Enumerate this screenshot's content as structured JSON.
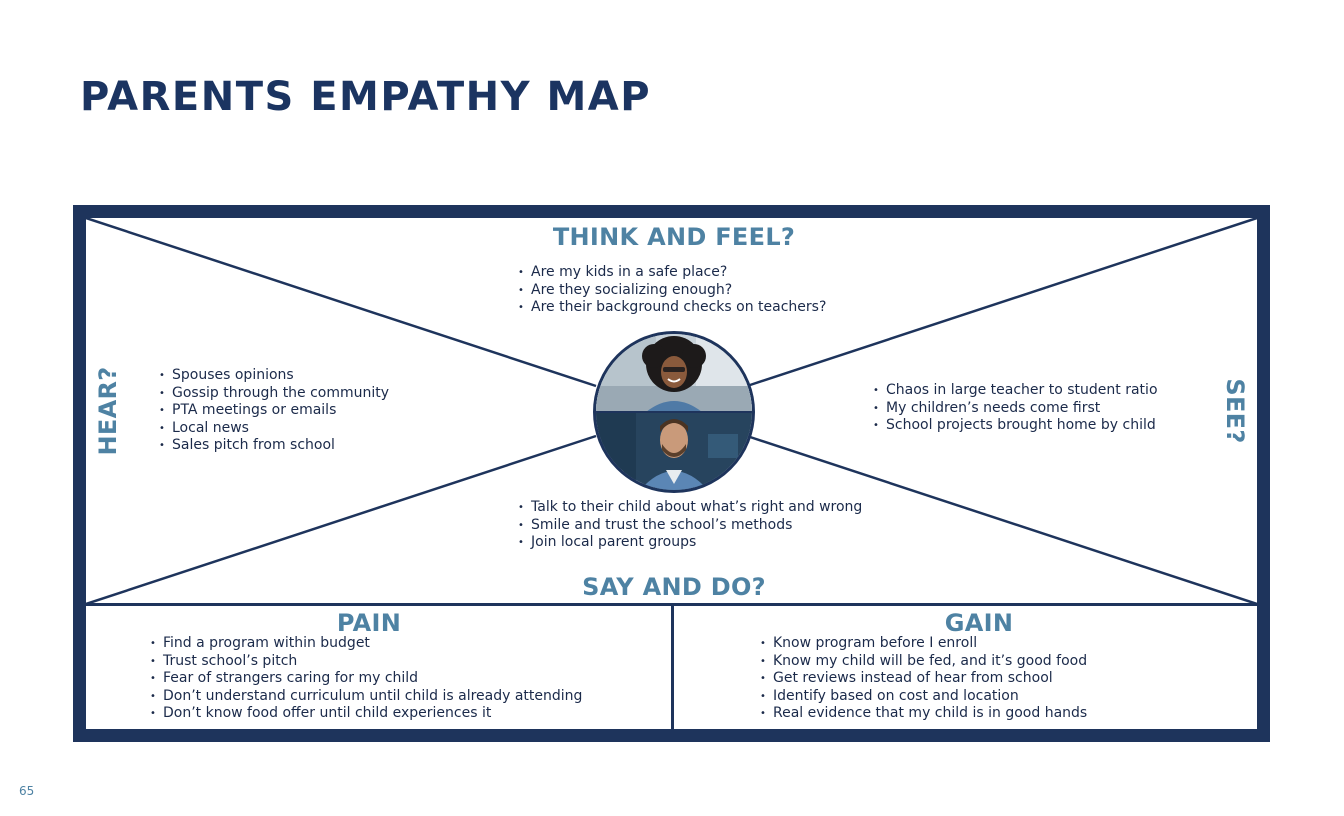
{
  "title": "PARENTS EMPATHY MAP",
  "page_number": "65",
  "colors": {
    "navy": "#1e345c",
    "title": "#1b3461",
    "heading": "#4e82a3",
    "text": "#1b2a4a"
  },
  "think_feel": {
    "heading": "THINK AND FEEL?",
    "items": [
      "Are my kids in a safe place?",
      "Are they socializing enough?",
      "Are their background checks on teachers?"
    ]
  },
  "hear": {
    "heading": "HEAR?",
    "items": [
      "Spouses opinions",
      "Gossip through the community",
      "PTA meetings or emails",
      "Local news",
      "Sales pitch from school"
    ]
  },
  "see": {
    "heading": "SEE?",
    "items": [
      "Chaos in large teacher to student ratio",
      "My children’s needs come first",
      "School projects brought home by child"
    ]
  },
  "say_do": {
    "heading": "SAY AND DO?",
    "items": [
      "Talk to their child about what’s right and wrong",
      "Smile and trust the school’s methods",
      "Join local parent groups"
    ]
  },
  "pain": {
    "heading": "PAIN",
    "items": [
      "Find a program within budget",
      "Trust school’s pitch",
      "Fear of strangers caring for my child",
      "Don’t understand curriculum until child is already attending",
      "Don’t know food offer until child experiences it"
    ]
  },
  "gain": {
    "heading": "GAIN",
    "items": [
      "Know program before I enroll",
      "Know my child will be fed, and it’s good food",
      "Get reviews instead of hear from school",
      "Identify based on cost and location",
      "Real evidence that my child is in good hands"
    ]
  }
}
